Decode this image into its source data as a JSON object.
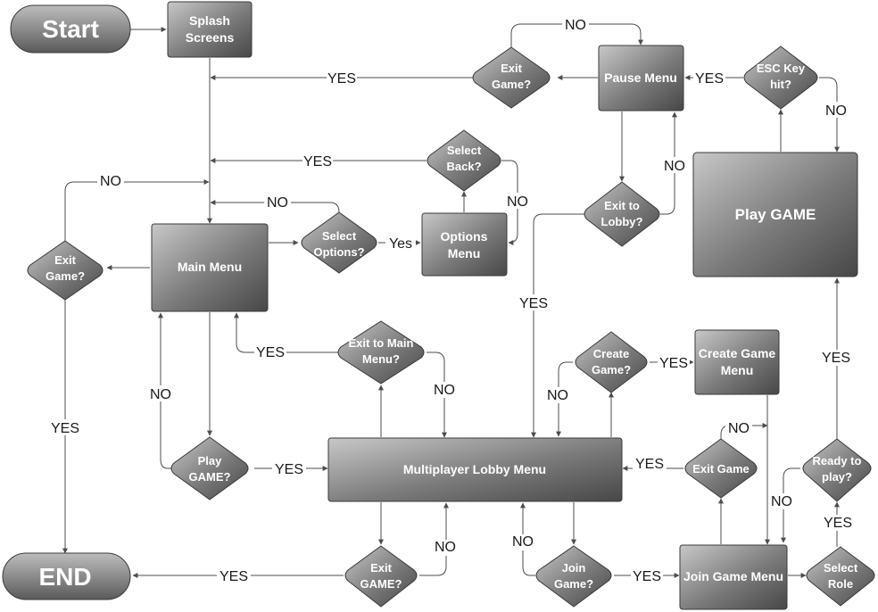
{
  "nodes": {
    "start": {
      "label": [
        "Start"
      ]
    },
    "end": {
      "label": [
        "END"
      ]
    },
    "splash": {
      "label": [
        "Splash",
        "Screens"
      ]
    },
    "main_menu": {
      "label": [
        "Main Menu"
      ]
    },
    "options_menu": {
      "label": [
        "Options",
        "Menu"
      ]
    },
    "pause_menu": {
      "label": [
        "Pause Menu"
      ]
    },
    "play_game": {
      "label": [
        "Play GAME"
      ]
    },
    "lobby": {
      "label": [
        "Multiplayer Lobby Menu"
      ]
    },
    "create_game_menu": {
      "label": [
        "Create Game",
        "Menu"
      ]
    },
    "join_game_menu": {
      "label": [
        "Join Game Menu"
      ]
    },
    "exit_game_left": {
      "label": [
        "Exit",
        "Game?"
      ]
    },
    "select_options": {
      "label": [
        "Select",
        "Options?"
      ]
    },
    "select_back": {
      "label": [
        "Select",
        "Back?"
      ]
    },
    "exit_game_top": {
      "label": [
        "Exit",
        "Game?"
      ]
    },
    "esc_key": {
      "label": [
        "ESC Key",
        "hit?"
      ]
    },
    "exit_to_lobby": {
      "label": [
        "Exit to",
        "Lobby?"
      ]
    },
    "exit_to_main": {
      "label": [
        "Exit to Main",
        "Menu?"
      ]
    },
    "play_game_q": {
      "label": [
        "Play",
        "GAME?"
      ]
    },
    "create_game_q": {
      "label": [
        "Create",
        "Game?"
      ]
    },
    "exit_game_right": {
      "label": [
        "Exit Game"
      ]
    },
    "ready_to_play": {
      "label": [
        "Ready to",
        "play?"
      ]
    },
    "exit_game_bottom": {
      "label": [
        "Exit",
        "GAME?"
      ]
    },
    "join_game_q": {
      "label": [
        "Join",
        "Game?"
      ]
    },
    "select_role": {
      "label": [
        "Select",
        "Role"
      ]
    }
  },
  "edge_labels": {
    "exit_top_yes": "YES",
    "exit_top_no": "NO",
    "esc_yes": "YES",
    "esc_no": "NO",
    "back_yes": "YES",
    "back_no": "NO",
    "left_loop_no": "NO",
    "options_no": "NO",
    "options_yes": "Yes",
    "left_exit_yes": "YES",
    "lobby_exit_no": "NO",
    "lobby_yes": "YES",
    "to_main_yes": "YES",
    "to_main_no": "NO",
    "play_no": "NO",
    "play_yes": "YES",
    "create_yes": "YES",
    "create_no": "NO",
    "exit_right_yes": "YES",
    "exit_right_no": "NO",
    "ready_yes": "YES",
    "ready_no": "NO",
    "role_yes": "YES",
    "bottom_exit_yes": "YES",
    "bottom_exit_no": "NO",
    "join_yes": "YES",
    "join_no": "NO"
  },
  "colors": {
    "node_light": "#c8c8c8",
    "node_dark": "#474747",
    "node_border": "#3a3a3a",
    "edge": "#4d4d4d"
  }
}
